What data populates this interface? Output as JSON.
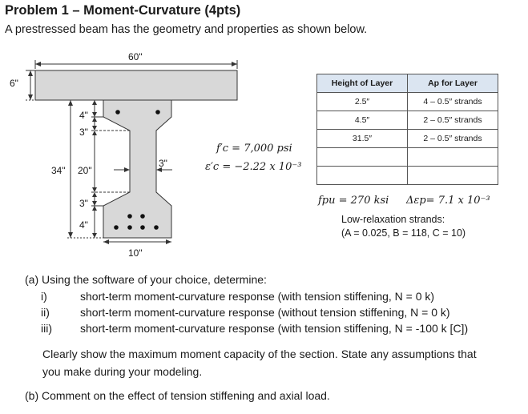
{
  "header": {
    "title": "Problem 1 – Moment-Curvature (4pts)",
    "intro": "A prestressed beam has the geometry and properties as shown below."
  },
  "figure": {
    "dims": {
      "width_top": "60\"",
      "flange_depth": "6\"",
      "total_depth": "34\"",
      "web_height": "20\"",
      "top_bulb": "4\"",
      "top_taper": "3\"",
      "bottom_taper": "3\"",
      "bottom_bulb": "4\"",
      "web_thickness": "3\"",
      "bottom_width": "10\""
    },
    "fc": "f′c = 7,000 psi",
    "ec": "ε′c = −2.22 x 10⁻³",
    "fpu": "fpu = 270 ksi",
    "dep": "Δεp= 7.1 x 10⁻³",
    "lowrel_title": "Low-relaxation strands:",
    "lowrel_params": "(A = 0.025, B = 118, C = 10)"
  },
  "table": {
    "headers": [
      "Height of Layer",
      "Ap for Layer"
    ],
    "rows": [
      [
        "2.5″",
        "4 – 0.5″ strands"
      ],
      [
        "4.5″",
        "2 – 0.5″ strands"
      ],
      [
        "31.5″",
        "2 – 0.5″ strands"
      ],
      [
        "",
        ""
      ],
      [
        "",
        ""
      ]
    ]
  },
  "questions": {
    "a_label": "(a) Using the software of your choice, determine:",
    "items": [
      {
        "num": "i)",
        "text": "short-term moment-curvature response (with tension stiffening, N = 0 k)"
      },
      {
        "num": "ii)",
        "text": "short-term moment-curvature response (without tension stiffening, N = 0 k)"
      },
      {
        "num": "iii)",
        "text": "short-term moment-curvature response (with tension stiffening, N = -100 k [C])"
      }
    ],
    "note_line1": "Clearly show the maximum moment capacity of the section. State any assumptions that",
    "note_line2": "you make during your modeling.",
    "b_label": "(b) Comment on the effect of tension stiffening and axial load."
  }
}
